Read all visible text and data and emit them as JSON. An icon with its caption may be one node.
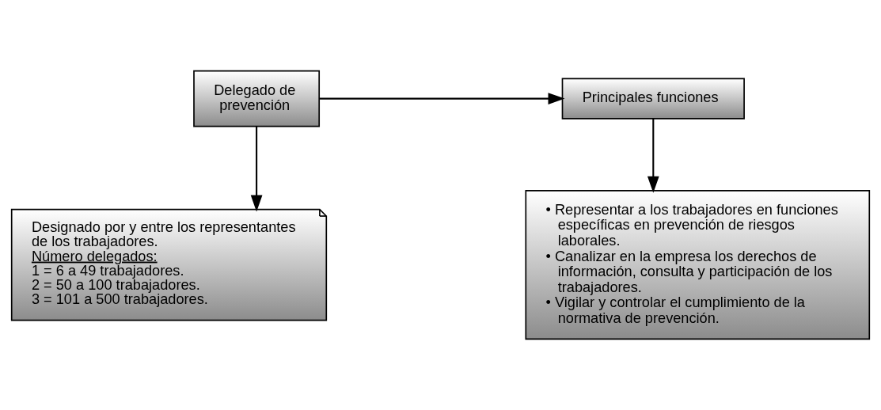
{
  "diagram": {
    "nodes": [
      {
        "text": [
          "Delegado de prevención"
        ]
      },
      {
        "text": [
          "Principales funciones"
        ]
      },
      {
        "text": [
          "Designado por y entre los representantes de los trabajadores.",
          "Número delegados:",
          "1 = 6 a 49 trabajadores.",
          "2 = 50 a 100 trabajadores.",
          "3 = 101 a 500 trabajadores."
        ]
      },
      {
        "text": [
          "• Representar a los trabajadores en funciones específicas en prevención de riesgos laborales.",
          "• Canalizar en la empresa los derechos de información, consulta y participación de los trabajadores.",
          "• Vigilar y controlar el cumplimiento de la normativa de prevención."
        ]
      }
    ],
    "edges": [
      {
        "from": 0,
        "to": 1,
        "arrow": "to"
      },
      {
        "from": 0,
        "to": 2,
        "arrow": "to"
      },
      {
        "from": 1,
        "to": 3,
        "arrow": "to"
      }
    ]
  }
}
